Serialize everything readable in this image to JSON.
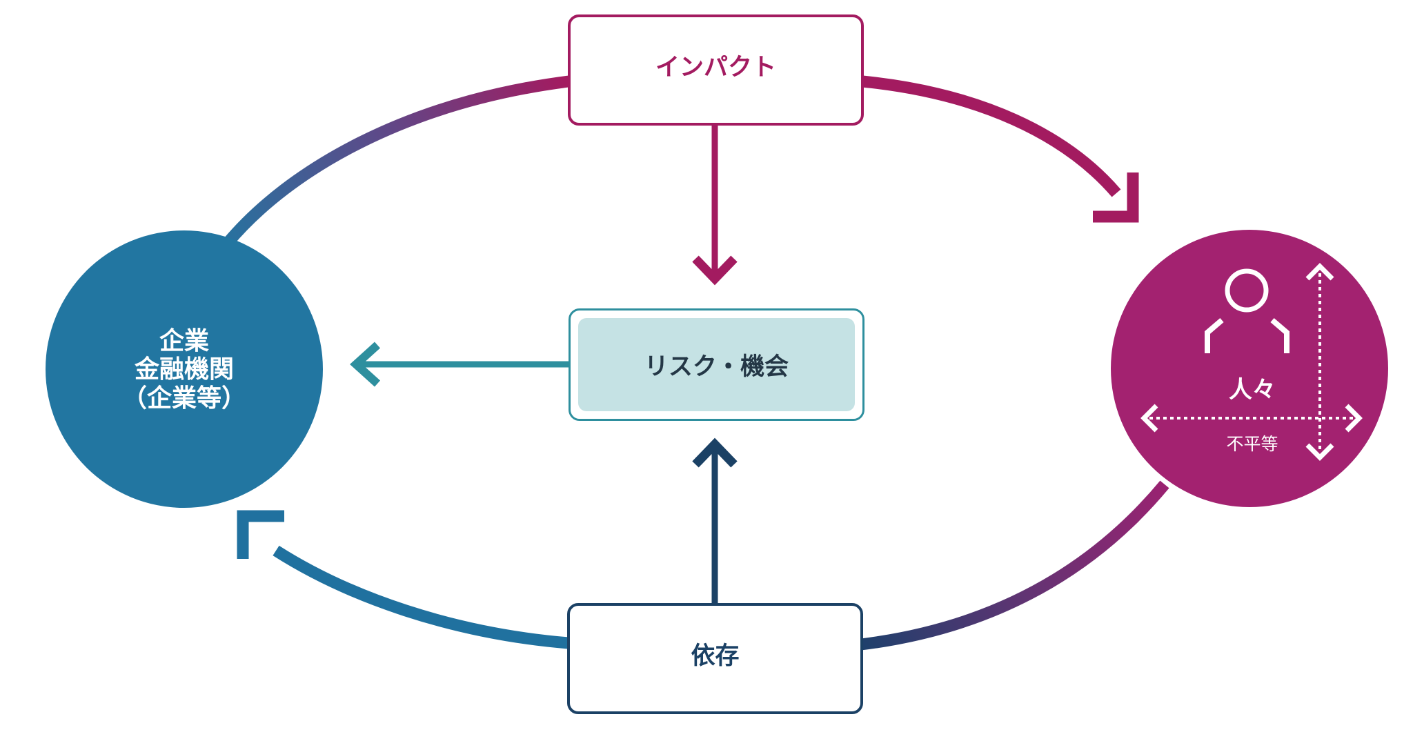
{
  "nodes": {
    "impact_box": {
      "label": "インパクト"
    },
    "risk_box": {
      "label": "リスク・機会"
    },
    "dependency_box": {
      "label": "依存"
    },
    "company_circle": {
      "lines": [
        "企業",
        "金融機関",
        "（企業等）"
      ]
    },
    "people_circle": {
      "label": "人々",
      "sublabel": "不平等"
    }
  },
  "icons": {
    "person": "person-icon",
    "axes": "inequality-axes-icon"
  },
  "colors": {
    "magenta": "#A31B60",
    "magenta-fill": "#A32270",
    "blue": "#20719F",
    "blue-fill": "#2276A1",
    "teal": "#2E8F9E",
    "teal-fill": "#C5E2E4",
    "navy": "#1B4165",
    "dark-text": "#243746",
    "background": "#FFFFFF"
  }
}
